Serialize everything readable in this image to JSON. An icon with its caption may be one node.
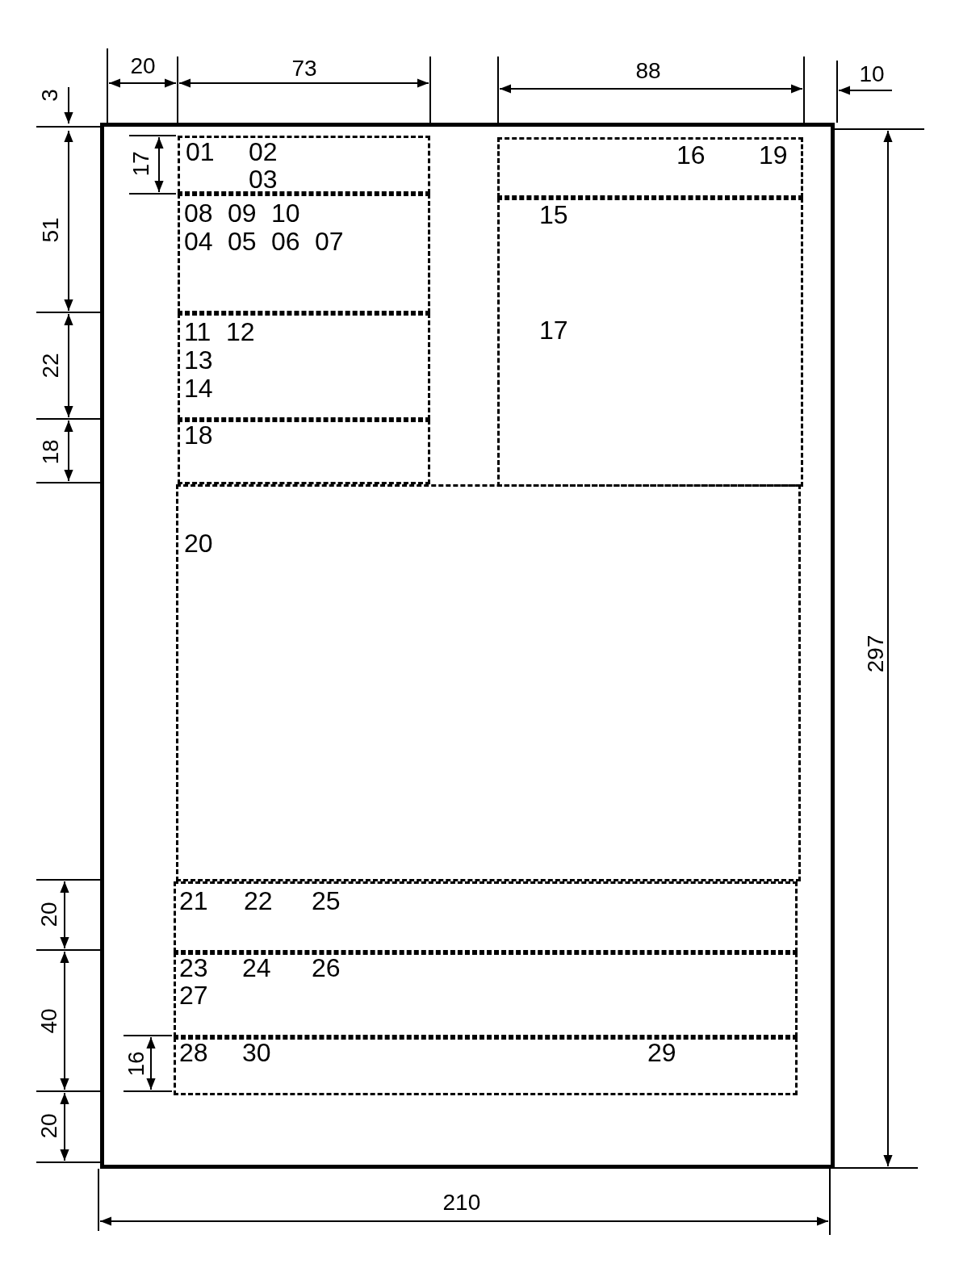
{
  "diagram": {
    "nodes": [
      {
        "text": [],
        "shape": "box"
      },
      {
        "text": [
          "01",
          "02",
          "03"
        ],
        "in": 0
      },
      {
        "text": [
          "08",
          "09",
          "10",
          "04",
          "05",
          "06",
          "07"
        ],
        "in": 0
      },
      {
        "text": [
          "11",
          "12",
          "13",
          "14"
        ],
        "in": 0
      },
      {
        "text": [
          "18"
        ],
        "in": 0
      },
      {
        "text": [
          "16",
          "19"
        ],
        "in": 0
      },
      {
        "text": [
          "15",
          "17"
        ],
        "in": 0
      },
      {
        "text": [
          "20"
        ],
        "in": 0
      },
      {
        "text": [
          "21",
          "22",
          "25"
        ],
        "in": 0
      },
      {
        "text": [
          "23",
          "24",
          "26",
          "27"
        ],
        "in": 0
      },
      {
        "text": [
          "28",
          "30",
          "29"
        ],
        "in": 0
      }
    ],
    "edges": [],
    "labels": [
      "20",
      "73",
      "88",
      "10",
      "3",
      "17",
      "51",
      "22",
      "18",
      "297",
      "20",
      "40",
      "16",
      "20",
      "210"
    ]
  }
}
